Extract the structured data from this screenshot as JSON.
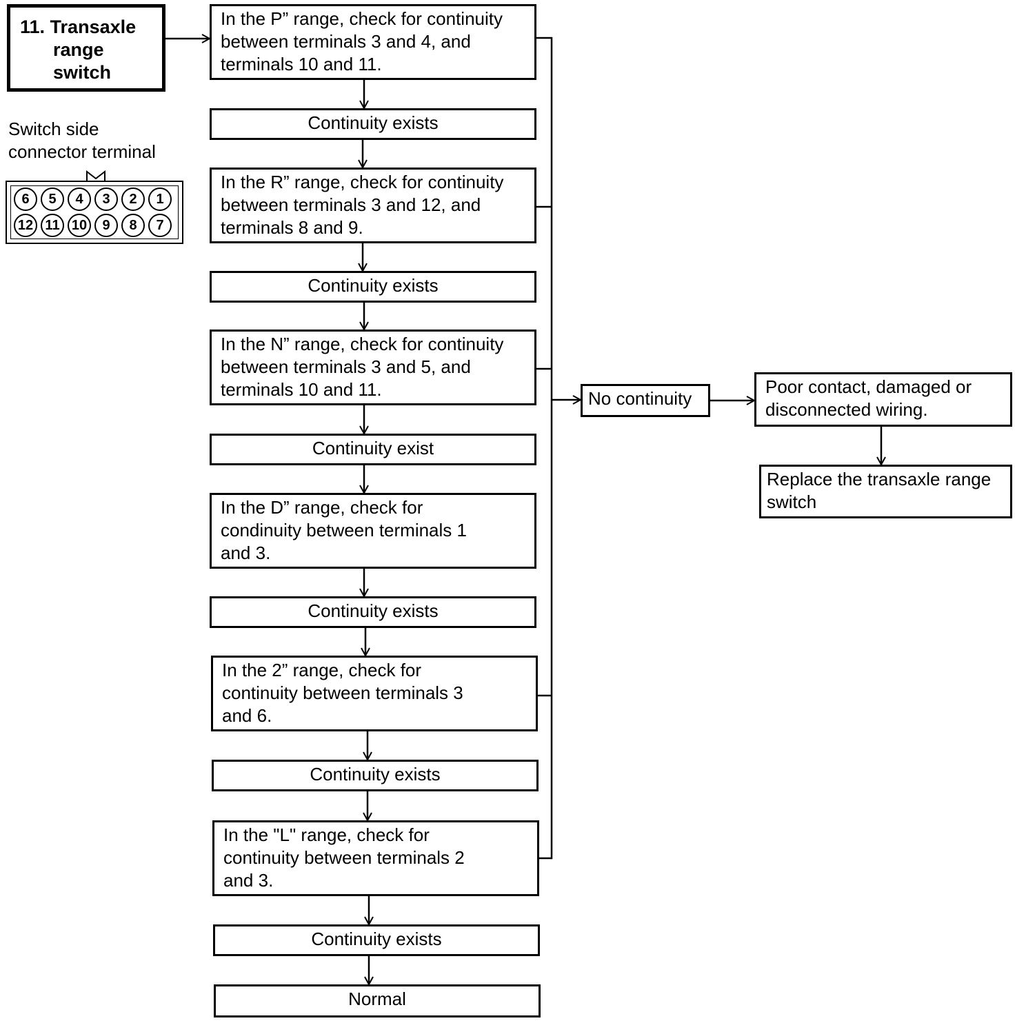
{
  "title": {
    "line1": "11. Transaxle",
    "line2": "range",
    "line3": "switch"
  },
  "connector": {
    "label_line1": "Switch side",
    "label_line2": "connector terminal",
    "top_row": [
      "6",
      "5",
      "4",
      "3",
      "2",
      "1"
    ],
    "bottom_row": [
      "12",
      "11",
      "10",
      "9",
      "8",
      "7"
    ]
  },
  "steps": [
    {
      "check": "In the P” range, check for continuity\nbetween terminals 3 and 4, and\nterminals 10 and 11.",
      "result": "Continuity exists"
    },
    {
      "check": "In the R” range, check for continuity\nbetween terminals 3 and 12, and\nterminals 8 and 9.",
      "result": "Continuity exists"
    },
    {
      "check": "In the N” range, check for continuity\nbetween terminals 3 and 5, and\n terminals 10 and 11.",
      "result": "Continuity exist"
    },
    {
      "check": "In the D” range, check for\ncondinuity between terminals 1\nand 3.",
      "result": "Continuity exists"
    },
    {
      "check": "In the 2” range, check for\ncontinuity between terminals 3\nand 6.",
      "result": "Continuity exists"
    },
    {
      "check": "In the \"L\" range, check for\ncontinuity between terminals 2\n and 3.",
      "result": "Continuity exists"
    }
  ],
  "normal": "Normal",
  "no_continuity": "No continuity",
  "poor_contact": "Poor contact, damaged or\ndisconnected wiring.",
  "replace": "Replace the transaxle range\nswitch"
}
